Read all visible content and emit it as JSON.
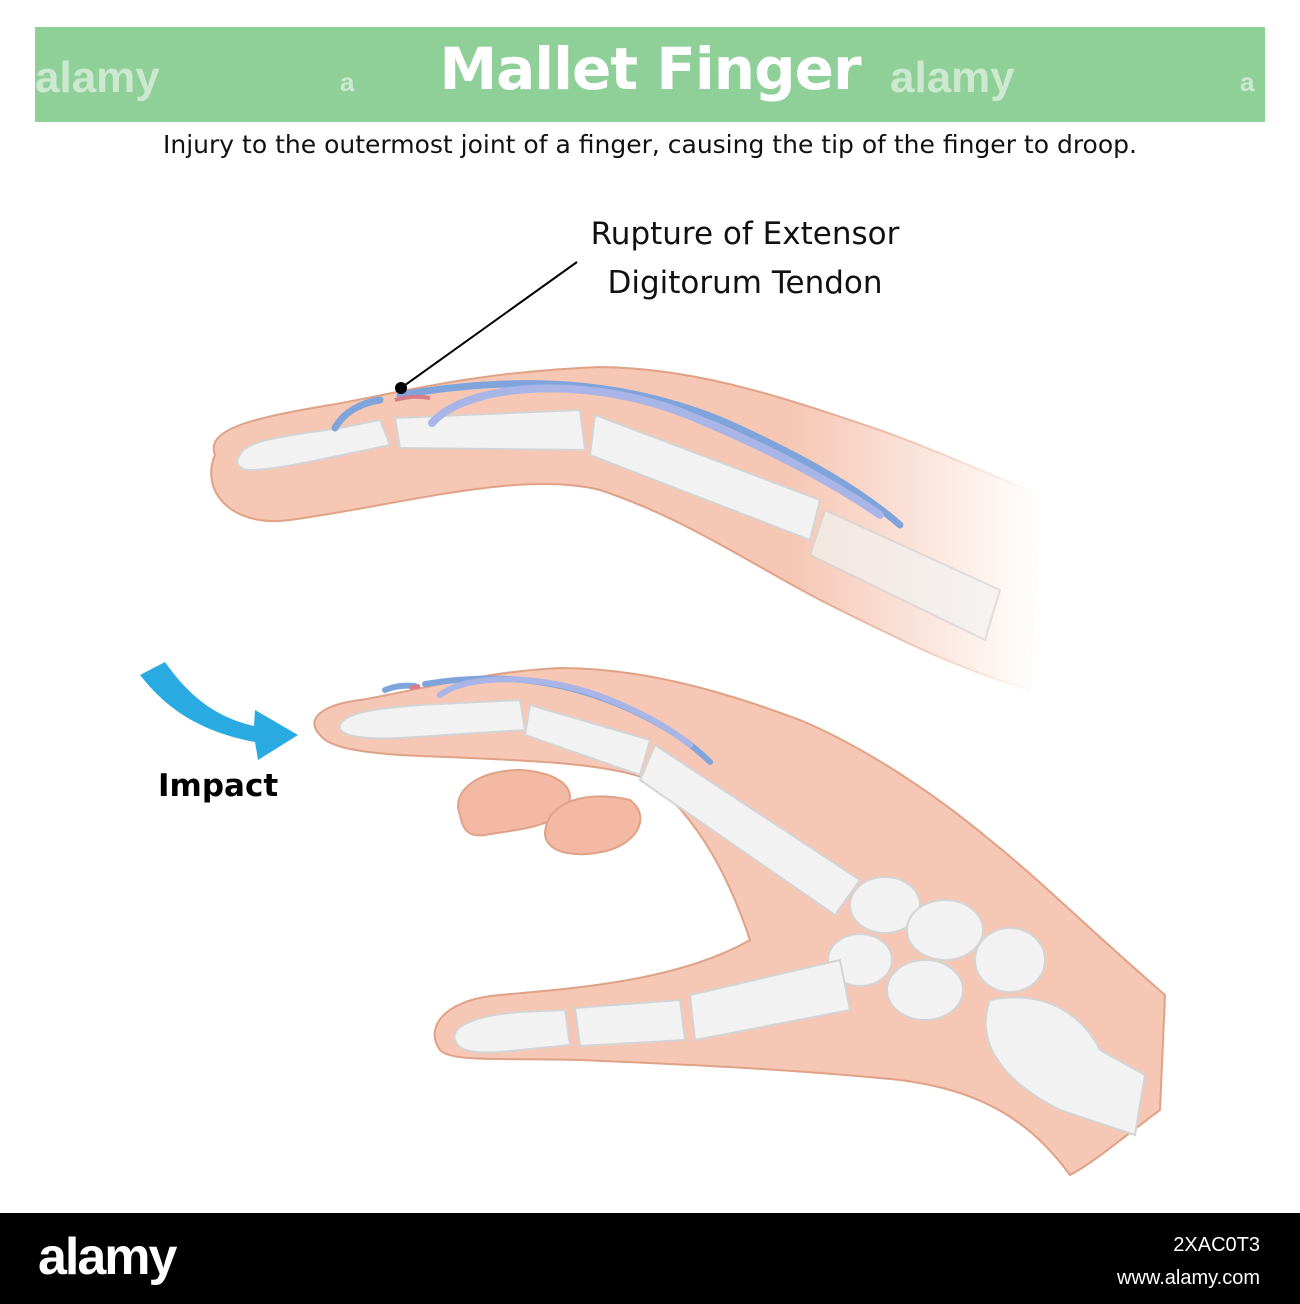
{
  "header": {
    "title": "Mallet Finger",
    "watermark": "alamy",
    "watermark_letter": "a",
    "background_color": "#8fcf98"
  },
  "subtitle": "Injury to the outermost joint of a finger, causing the tip of the finger to droop.",
  "callout": {
    "line1": "Rupture of Extensor",
    "line2": "Digitorum Tendon"
  },
  "impact_label": "Impact",
  "colors": {
    "skin": "#f6c7b4",
    "skin_outline": "#e0a287",
    "bone": "#efefef",
    "tendon": "#7fa4dc",
    "arrow": "#29abe2"
  },
  "footer": {
    "logo": "alamy",
    "image_id": "2XAC0T3",
    "site": "www.alamy.com"
  }
}
